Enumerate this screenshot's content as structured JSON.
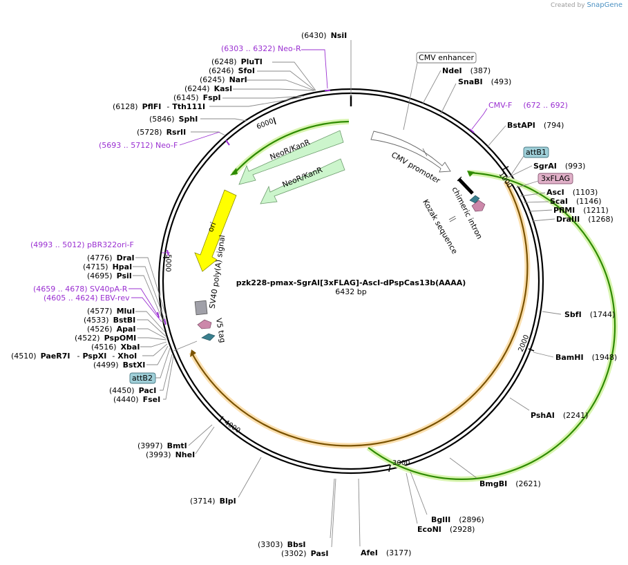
{
  "credit": {
    "prefix": "Created by",
    "brand": "SnapGene"
  },
  "plasmid": {
    "name": "pzk228-pmax-SgrAI[3xFLAG]-AscI-dPspCas13b(AAAA)",
    "length_label": "6432 bp",
    "length": 6432
  },
  "ticks": [
    "1000",
    "2000",
    "3000",
    "4000",
    "5000",
    "6000"
  ],
  "sites": {
    "nsi": {
      "name": "NsiI",
      "pos": "(6430)"
    },
    "plu": {
      "name": "PluTI",
      "pos": "(6248)"
    },
    "sfo": {
      "name": "SfoI",
      "pos": "(6246)"
    },
    "nar": {
      "name": "NarI",
      "pos": "(6245)"
    },
    "kas": {
      "name": "KasI",
      "pos": "(6244)"
    },
    "fsp": {
      "name": "FspI",
      "pos": "(6145)"
    },
    "pfl": {
      "name": "PflFI",
      "name2": "Tth111I",
      "pos": "(6128)"
    },
    "sph": {
      "name": "SphI",
      "pos": "(5846)"
    },
    "rsr": {
      "name": "RsrII",
      "pos": "(5728)"
    },
    "nde": {
      "name": "NdeI",
      "pos": "(387)"
    },
    "sna": {
      "name": "SnaBI",
      "pos": "(493)"
    },
    "bstapi": {
      "name": "BstAPI",
      "pos": "(794)"
    },
    "sgr": {
      "name": "SgrAI",
      "pos": "(993)"
    },
    "asc": {
      "name": "AscI",
      "pos": "(1103)"
    },
    "sca": {
      "name": "ScaI",
      "pos": "(1146)"
    },
    "pflmi": {
      "name": "PflMI",
      "pos": "(1211)"
    },
    "dra3": {
      "name": "DraIII",
      "pos": "(1268)"
    },
    "sbf": {
      "name": "SbfI",
      "pos": "(1744)"
    },
    "bam": {
      "name": "BamHI",
      "pos": "(1948)"
    },
    "psh": {
      "name": "PshAI",
      "pos": "(2241)"
    },
    "bmg": {
      "name": "BmgBI",
      "pos": "(2621)"
    },
    "bgl": {
      "name": "BglII",
      "pos": "(2896)"
    },
    "eco": {
      "name": "EcoNI",
      "pos": "(2928)"
    },
    "afe": {
      "name": "AfeI",
      "pos": "(3177)"
    },
    "bbs": {
      "name": "BbsI",
      "pos": "(3303)"
    },
    "pas": {
      "name": "PasI",
      "pos": "(3302)"
    },
    "blp": {
      "name": "BlpI",
      "pos": "(3714)"
    },
    "bmt": {
      "name": "BmtI",
      "pos": "(3997)"
    },
    "nhe": {
      "name": "NheI",
      "pos": "(3993)"
    },
    "pac": {
      "name": "PacI",
      "pos": "(4450)"
    },
    "fse": {
      "name": "FseI",
      "pos": "(4440)"
    },
    "dra1": {
      "name": "DraI",
      "pos": "(4776)"
    },
    "hpa": {
      "name": "HpaI",
      "pos": "(4715)"
    },
    "psi": {
      "name": "PsiI",
      "pos": "(4695)"
    },
    "mlu": {
      "name": "MluI",
      "pos": "(4577)"
    },
    "bstbi": {
      "name": "BstBI",
      "pos": "(4533)"
    },
    "apa": {
      "name": "ApaI",
      "pos": "(4526)"
    },
    "psp": {
      "name": "PspOMI",
      "pos": "(4522)"
    },
    "xba": {
      "name": "XbaI",
      "pos": "(4516)"
    },
    "pae": {
      "name": "PaeR7I",
      "name2": "PspXI",
      "name3": "XhoI",
      "pos": "(4510)"
    },
    "bstx": {
      "name": "BstXI",
      "pos": "(4499)"
    }
  },
  "primers": {
    "neor": "(6303 .. 6322)  Neo-R",
    "neof": "(5693 .. 5712)  Neo-F",
    "cmvf": {
      "name": "CMV-F",
      "pos": "(672 .. 692)"
    },
    "pbr": "(4993 .. 5012)  pBR322ori-F",
    "sv40": "(4659 .. 4678)  SV40pA-R",
    "ebv": "(4605 .. 4624)  EBV-rev"
  },
  "boxes": {
    "cmv_enhancer": "CMV enhancer",
    "attb1": "attB1",
    "flag": "3xFLAG",
    "attb2": "attB2"
  },
  "features": {
    "neor1": "NeoR/KanR",
    "neor2": "NeoR/KanR",
    "cmv_promoter": "CMV promoter",
    "chimeric_intron": "chimeric intron",
    "kozak": "Kozak sequence",
    "ori": "ori",
    "sv40_signal": "SV40 poly(A) signal",
    "v5": "V5 tag"
  },
  "colors": {
    "primer": "#9a2fd1",
    "neo_fill": "#ccf5cc",
    "ori_fill": "#ffff00",
    "attb_fill": "#9fcfd8",
    "flag_fill": "#e0b0c8",
    "cds_green": "#2e8b00",
    "cds_orange": "#b8860b"
  }
}
